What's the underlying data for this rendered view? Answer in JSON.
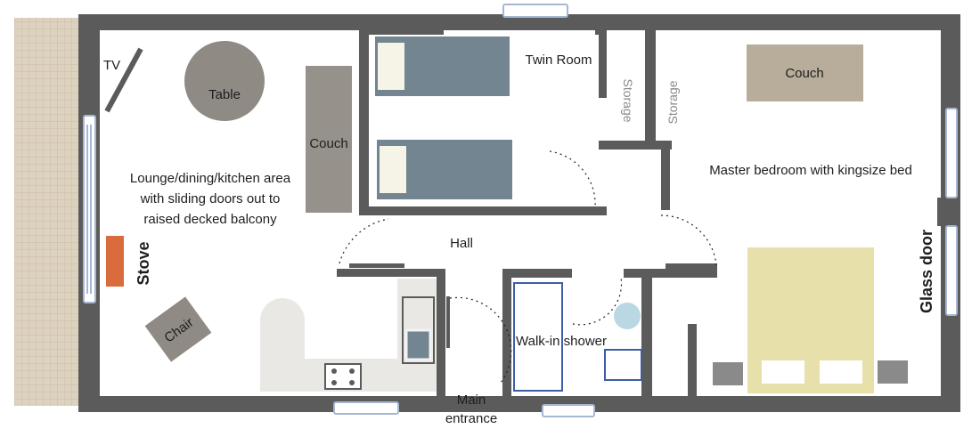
{
  "labels": {
    "tv": "TV",
    "table": "Table",
    "couch_lounge": "Couch",
    "twin_room": "Twin Room",
    "storage_1": "Storage",
    "storage_2": "Storage",
    "couch_master": "Couch",
    "lounge_line1": "Lounge/dining/kitchen area",
    "lounge_line2": "with sliding doors out to",
    "lounge_line3": "raised decked balcony",
    "master_bedroom": "Master bedroom with kingsize bed",
    "hall": "Hall",
    "stove": "Stove",
    "chair": "Chair",
    "walk_in_shower": "Walk-in shower",
    "glass_door": "Glass door",
    "main_entrance_line1": "Main",
    "main_entrance_line2": "entrance"
  },
  "colors": {
    "wall": "#5b5b5b",
    "bed": "#728590",
    "pillow": "#f6f4e6",
    "couch": "#96918a",
    "table": "#8f8a84",
    "couch_master": "#b7ad9a",
    "king_bed": "#e7e0ab",
    "stove": "#d86c3d",
    "counter": "#e9e8e4",
    "window": "#a6b7d1",
    "shower": "#3d5ea6",
    "deck": "#ddd2bf",
    "basin": "#b9d8e3",
    "nightstand": "#8a8a8a"
  }
}
